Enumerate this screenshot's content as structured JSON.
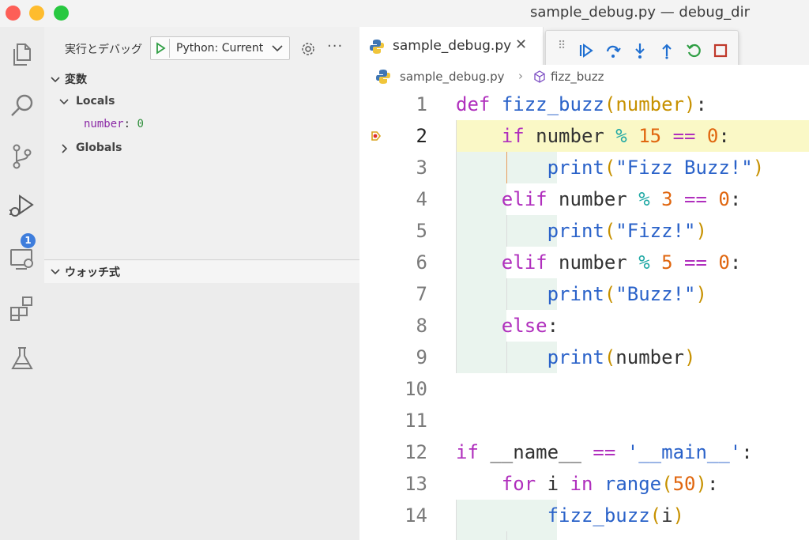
{
  "window": {
    "title": "sample_debug.py — debug_dir"
  },
  "activity_bar": {
    "debug_badge": "1"
  },
  "sidebar": {
    "run_title": "実行とデバッグ",
    "config_label": "Python: Current",
    "more": "···",
    "variables_title": "変数",
    "locals_label": "Locals",
    "local_var_name": "number",
    "local_var_sep": ": ",
    "local_var_value": "0",
    "globals_label": "Globals",
    "watch_title": "ウォッチ式"
  },
  "editor": {
    "tab_label": "sample_debug.py",
    "tab_close": "✕",
    "breadcrumb_file": "sample_debug.py",
    "breadcrumb_sep": "›",
    "breadcrumb_symbol": "fizz_buzz",
    "current_line": 2,
    "line_numbers": [
      "1",
      "2",
      "3",
      "4",
      "5",
      "6",
      "7",
      "8",
      "9",
      "10",
      "11",
      "12",
      "13",
      "14"
    ]
  },
  "colors": {
    "current_line_bg": "#faf8c6",
    "keyword": "#b02fbd",
    "function": "#2a62c9",
    "number": "#e0660f",
    "operator": "#1fa8a4",
    "paren": "#c79100",
    "badge": "#3e7ddc"
  }
}
